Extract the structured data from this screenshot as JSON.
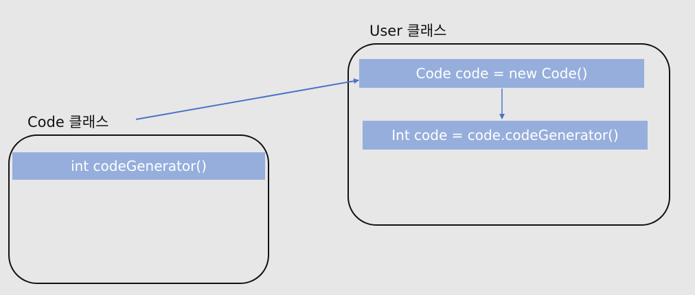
{
  "user_class": {
    "title": "User 클래스",
    "statements": [
      "Code code = new Code()",
      "Int code = code.codeGenerator()"
    ]
  },
  "code_class": {
    "title": "Code 클래스",
    "method": "int codeGenerator()"
  },
  "colors": {
    "background": "#e7e7e7",
    "bar_fill": "#96aedc",
    "arrow": "#4a72c4",
    "border": "#111111"
  }
}
